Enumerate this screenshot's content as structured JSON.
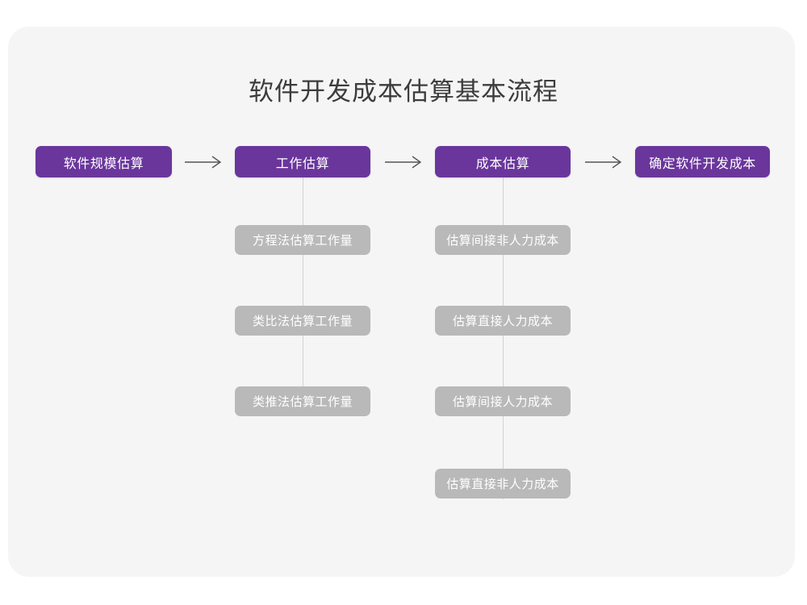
{
  "theme": {
    "page_background": "#ffffff",
    "card_background": "#f5f5f5",
    "primary_node_color": "#6a369c",
    "secondary_node_color": "#b9b9b9",
    "node_text_color": "#ffffff",
    "title_color": "#3c3c3c",
    "connector_color": "#d2d2d2",
    "arrow_color": "#555555"
  },
  "diagram": {
    "type": "flowchart",
    "title": "软件开发成本估算基本流程",
    "stages": [
      {
        "id": "stage-1",
        "label": "软件规模估算",
        "substeps": []
      },
      {
        "id": "stage-2",
        "label": "工作估算",
        "substeps": [
          "方程法估算工作量",
          "类比法估算工作量",
          "类推法估算工作量"
        ]
      },
      {
        "id": "stage-3",
        "label": "成本估算",
        "substeps": [
          "估算间接非人力成本",
          "估算直接人力成本",
          "估算间接人力成本",
          "估算直接非人力成本"
        ]
      },
      {
        "id": "stage-4",
        "label": "确定软件开发成本",
        "substeps": []
      }
    ],
    "connectors": [
      {
        "from": "stage-1",
        "to": "stage-2",
        "icon": "arrow-right-icon"
      },
      {
        "from": "stage-2",
        "to": "stage-3",
        "icon": "arrow-right-icon"
      },
      {
        "from": "stage-3",
        "to": "stage-4",
        "icon": "arrow-right-icon"
      }
    ]
  }
}
